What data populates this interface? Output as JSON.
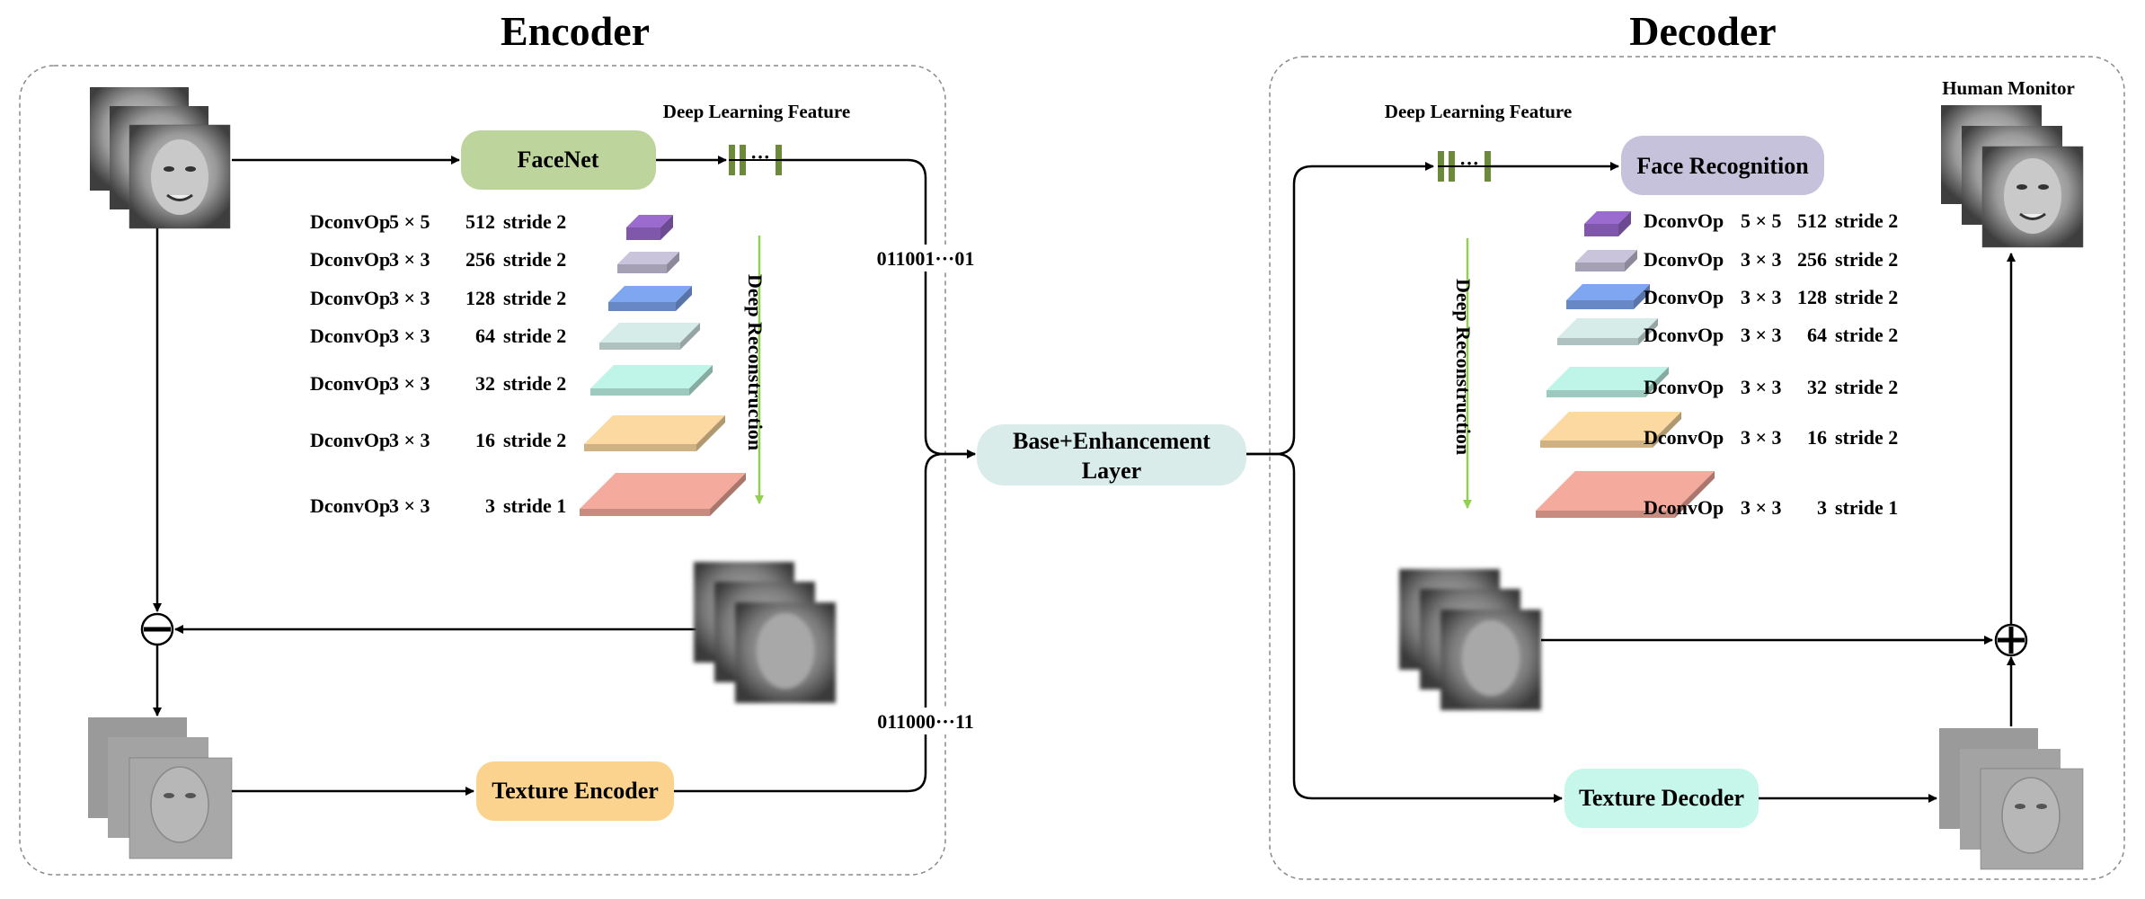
{
  "encoder": {
    "title": "Encoder",
    "facenet_label": "FaceNet",
    "deep_feature_label": "Deep Learning Feature",
    "bits_top": "011001···01",
    "bits_bottom": "011000···11",
    "texture_label": "Texture Encoder",
    "deep_reconstruction_label": "Deep Reconstruction",
    "layers": [
      {
        "op": "DconvOp",
        "kernel": "5 × 5",
        "channels": "512",
        "stride": "stride 2",
        "color": "#9b6bd0"
      },
      {
        "op": "DconvOp",
        "kernel": "3 × 3",
        "channels": "256",
        "stride": "stride 2",
        "color": "#c9c3dc"
      },
      {
        "op": "DconvOp",
        "kernel": "3 × 3",
        "channels": "128",
        "stride": "stride 2",
        "color": "#7fa6f0"
      },
      {
        "op": "DconvOp",
        "kernel": "3 × 3",
        "channels": "64",
        "stride": "stride 2",
        "color": "#d6ece9"
      },
      {
        "op": "DconvOp",
        "kernel": "3 × 3",
        "channels": "32",
        "stride": "stride 2",
        "color": "#bff5e8"
      },
      {
        "op": "DconvOp",
        "kernel": "3 × 3",
        "channels": "16",
        "stride": "stride 2",
        "color": "#fcd9a0"
      },
      {
        "op": "DconvOp",
        "kernel": "3 × 3",
        "channels": "3",
        "stride": "stride 1",
        "color": "#f4aa9c"
      }
    ]
  },
  "center": {
    "line1": "Base+Enhancement",
    "line2": "Layer"
  },
  "decoder": {
    "title": "Decoder",
    "deep_feature_label": "Deep Learning Feature",
    "face_recognition_label": "Face Recognition",
    "human_monitor_label": "Human Monitor",
    "texture_label": "Texture Decoder",
    "deep_reconstruction_label": "Deep Reconstruction",
    "layers": [
      {
        "op": "DconvOp",
        "kernel": "5 × 5",
        "channels": "512",
        "stride": "stride 2",
        "color": "#9b6bd0"
      },
      {
        "op": "DconvOp",
        "kernel": "3 × 3",
        "channels": "256",
        "stride": "stride 2",
        "color": "#c9c3dc"
      },
      {
        "op": "DconvOp",
        "kernel": "3 × 3",
        "channels": "128",
        "stride": "stride 2",
        "color": "#7fa6f0"
      },
      {
        "op": "DconvOp",
        "kernel": "3 × 3",
        "channels": "64",
        "stride": "stride 2",
        "color": "#d6ece9"
      },
      {
        "op": "DconvOp",
        "kernel": "3 × 3",
        "channels": "32",
        "stride": "stride 2",
        "color": "#bff5e8"
      },
      {
        "op": "DconvOp",
        "kernel": "3 × 3",
        "channels": "16",
        "stride": "stride 2",
        "color": "#fcd9a0"
      },
      {
        "op": "DconvOp",
        "kernel": "3 × 3",
        "channels": "3",
        "stride": "stride 1",
        "color": "#f4aa9c"
      }
    ]
  },
  "colors": {
    "facenet": "#bdd59c",
    "texture_encoder": "#fcd38e",
    "center": "#d9ecea",
    "face_recognition": "#c7c2dc",
    "texture_decoder": "#c6f7ea",
    "feature_bar": "#6b8a3a",
    "arrow_green": "#92d050"
  }
}
